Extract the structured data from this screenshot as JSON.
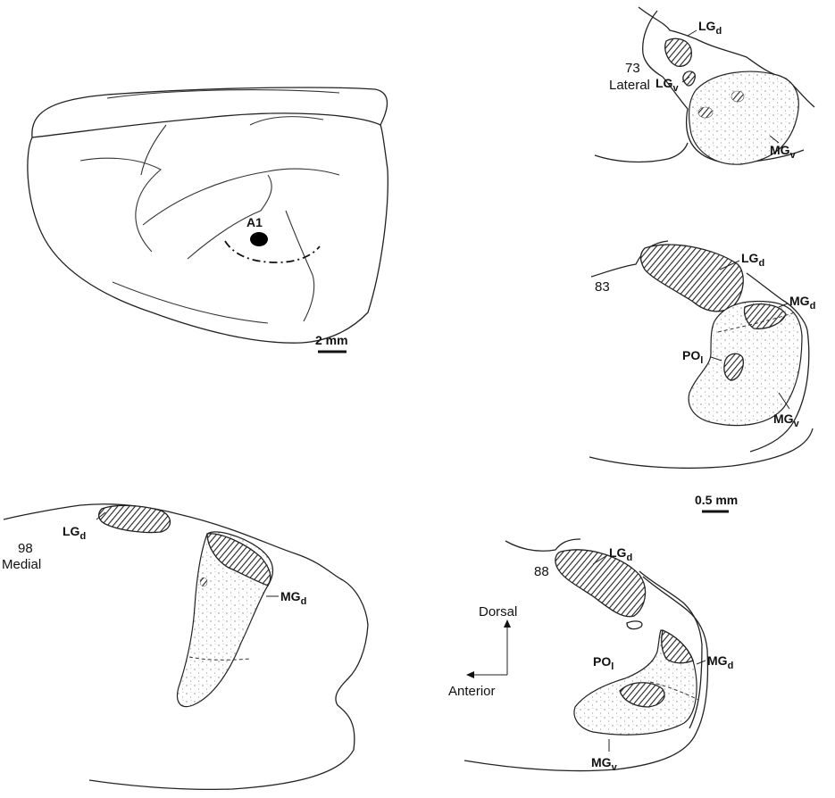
{
  "cortex_panel": {
    "area_label": "A1",
    "scale_label": "2 mm"
  },
  "section_73": {
    "number": "73",
    "orientation": "Lateral",
    "labels": [
      {
        "main": "LG",
        "sub": "d"
      },
      {
        "main": "LG",
        "sub": "v"
      },
      {
        "main": "MG",
        "sub": "v"
      }
    ]
  },
  "section_83": {
    "number": "83",
    "labels": [
      {
        "main": "LG",
        "sub": "d"
      },
      {
        "main": "MG",
        "sub": "d"
      },
      {
        "main": "PO",
        "sub": "l"
      },
      {
        "main": "MG",
        "sub": "v"
      }
    ]
  },
  "shared_scale_label": "0.5 mm",
  "section_98": {
    "number": "98",
    "orientation": "Medial",
    "labels": [
      {
        "main": "LG",
        "sub": "d"
      },
      {
        "main": "MG",
        "sub": "d"
      }
    ]
  },
  "section_88": {
    "number": "88",
    "labels": [
      {
        "main": "LG",
        "sub": "d"
      },
      {
        "main": "PO",
        "sub": "l"
      },
      {
        "main": "MG",
        "sub": "d"
      },
      {
        "main": "MG",
        "sub": "v"
      }
    ]
  },
  "axes": {
    "vertical": "Dorsal",
    "horizontal": "Anterior"
  }
}
